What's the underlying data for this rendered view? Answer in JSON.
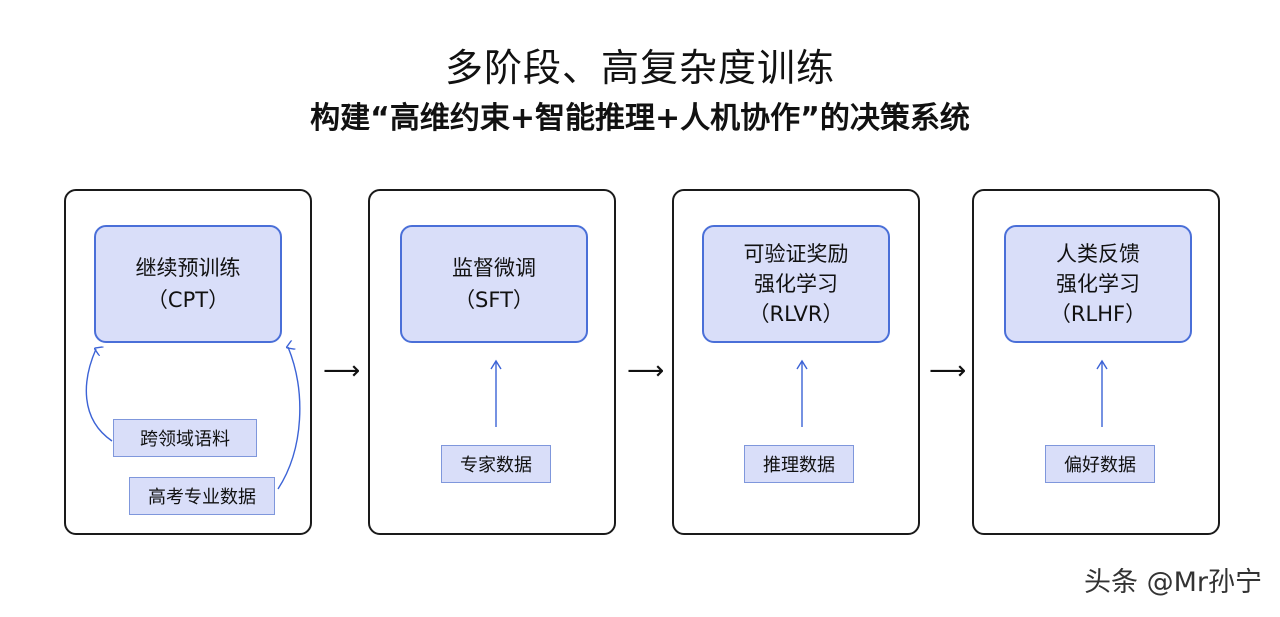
{
  "title": "多阶段、高复杂度训练",
  "subtitle": "构建“高维约束+智能推理+人机协作”的决策系统",
  "colors": {
    "box_fill": "#d9def9",
    "box_border": "#4a6fd8",
    "arrow": "#3c63d6"
  },
  "stages": [
    {
      "name": "cpt",
      "lines": [
        "继续预训练",
        "（CPT）"
      ],
      "data": [
        "跨领域语料",
        "高考专业数据"
      ]
    },
    {
      "name": "sft",
      "lines": [
        "监督微调",
        "（SFT）"
      ],
      "data": [
        "专家数据"
      ]
    },
    {
      "name": "rlvr",
      "lines": [
        "可验证奖励",
        "强化学习",
        "（RLVR）"
      ],
      "data": [
        "推理数据"
      ]
    },
    {
      "name": "rlhf",
      "lines": [
        "人类反馈",
        "强化学习",
        "（RLHF）"
      ],
      "data": [
        "偏好数据"
      ]
    }
  ],
  "flow_arrow": "⟶",
  "watermark": "头条 @Mr孙宁"
}
